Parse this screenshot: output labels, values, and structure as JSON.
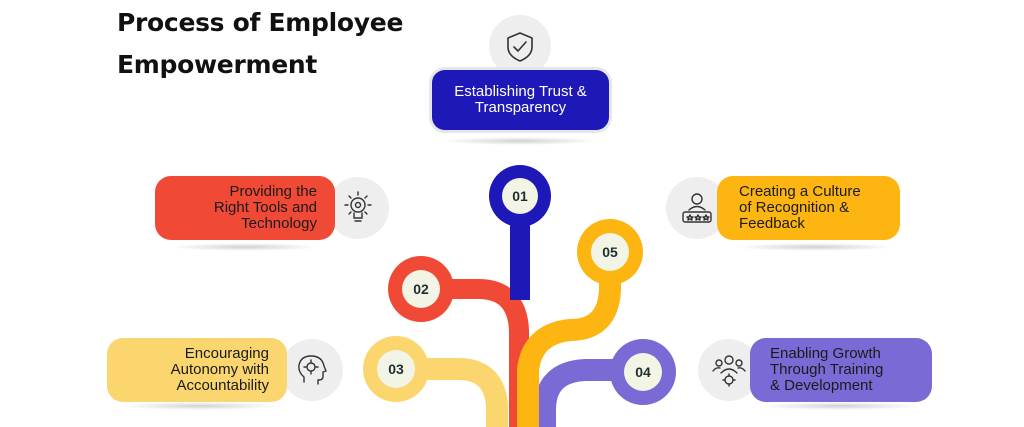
{
  "title": {
    "line1": "Process of Employee",
    "line2": "Empowerment"
  },
  "steps": [
    {
      "number": "01",
      "text_lines": [
        "Establishing Trust &",
        "Transparency"
      ],
      "color": "#1f18b8",
      "icon": "shield-check-icon"
    },
    {
      "number": "02",
      "text_lines": [
        "Providing the",
        "Right Tools and",
        "Technology"
      ],
      "color": "#f04a37",
      "icon": "lightbulb-gear-icon"
    },
    {
      "number": "03",
      "text_lines": [
        "Encouraging",
        "Autonomy with",
        "Accountability"
      ],
      "color": "#fbd66f",
      "icon": "head-gear-icon"
    },
    {
      "number": "04",
      "text_lines": [
        "Enabling Growth",
        "Through Training",
        "& Development"
      ],
      "color": "#7a6ad6",
      "icon": "team-gear-icon"
    },
    {
      "number": "05",
      "text_lines": [
        "Creating a Culture",
        "of Recognition &",
        "Feedback"
      ],
      "color": "#fdb511",
      "icon": "rating-user-icon"
    }
  ]
}
